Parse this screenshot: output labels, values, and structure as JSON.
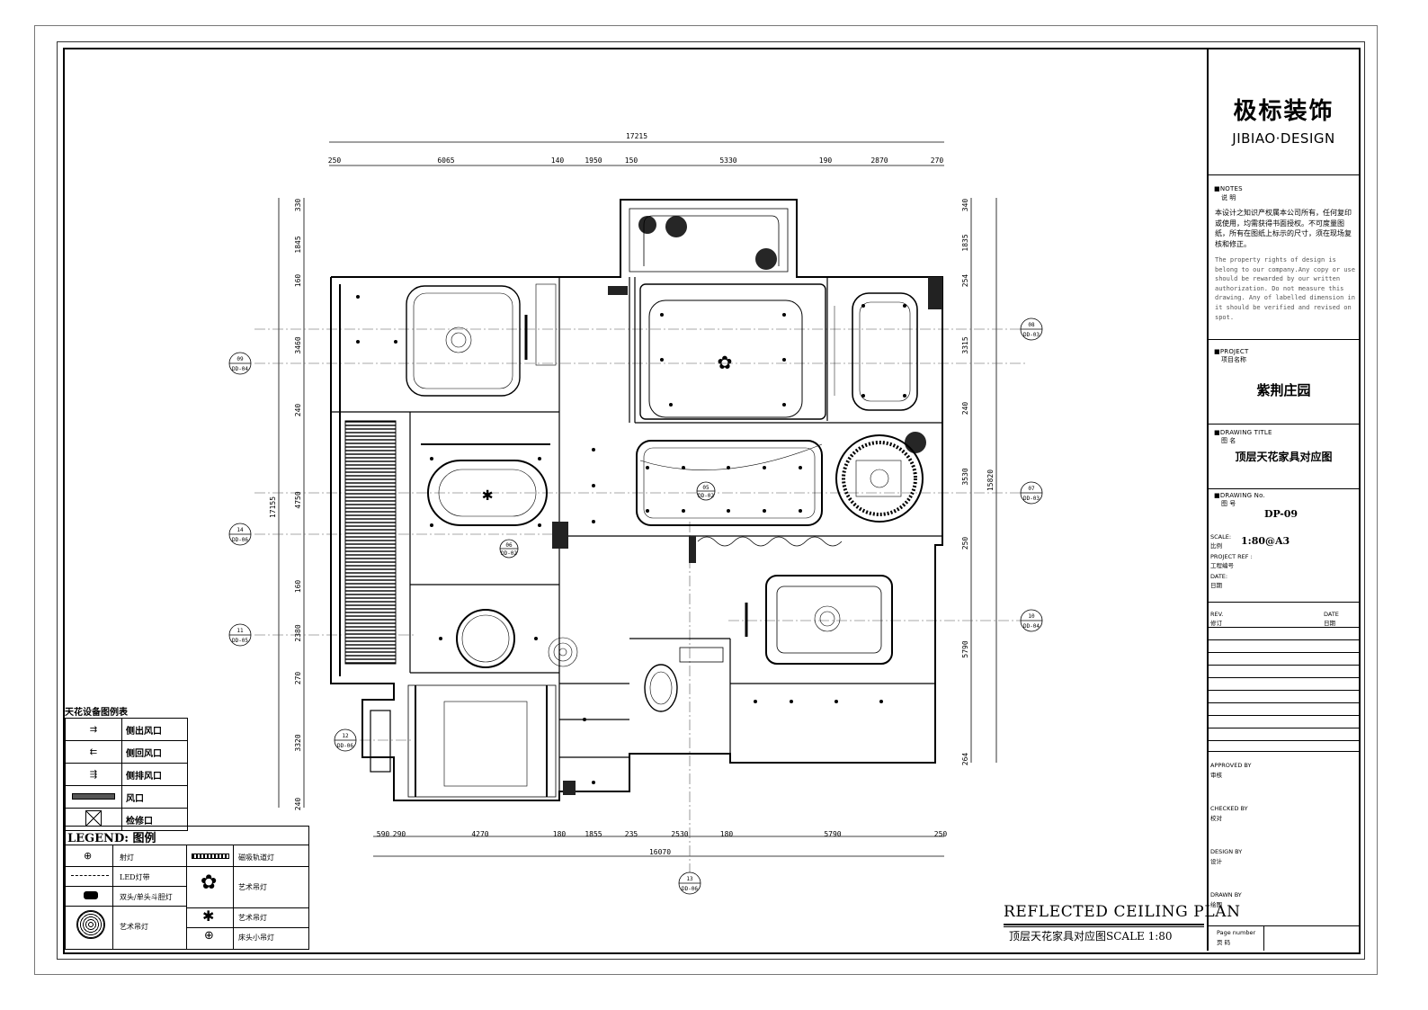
{
  "title_block": {
    "company_cn": "极标装饰",
    "company_en": "JIBIAO·DESIGN",
    "notes_label_en": "NOTES",
    "notes_label_cn": "说 明",
    "notes_cn": "本设计之知识产权属本公司所有，任何复印或使用，均需获得书面授权。不可度量图纸，所有在图纸上标示的尺寸，须在现场复核和修正。",
    "notes_en": "The property rights of design is belong to our company.Any copy or use should be rewarded by our written authorization. Do not measure this drawing. Any of labelled dimension in it should be verified and revised on spot.",
    "project_label_en": "PROJECT",
    "project_label_cn": "项目名称",
    "project_name": "紫荆庄园",
    "drawing_title_label_en": "DRAWING TITLE",
    "drawing_title_label_cn": "图 名",
    "drawing_title": "顶层天花家具对应图",
    "drawing_no_label_en": "DRAWING No.",
    "drawing_no_label_cn": "图 号",
    "drawing_no": "DP-09",
    "scale_label_en": "SCALE:",
    "scale_label_cn": "比例",
    "scale": "1:80@A3",
    "project_ref_label_en": "PROJECT REF :",
    "project_ref_label_cn": "工程编号",
    "date_label_en": "DATE:",
    "date_label_cn": "日期",
    "rev_label_en": "REV.",
    "rev_label_cn": "修订",
    "rev_date_label_en": "DATE",
    "rev_date_label_cn": "日期",
    "approved_en": "APPROVED BY",
    "approved_cn": "审核",
    "checked_en": "CHECKED BY",
    "checked_cn": "校对",
    "design_en": "DESIGN BY",
    "design_cn": "设计",
    "drawn_en": "DRAWN BY",
    "drawn_cn": "绘图",
    "page_en": "Page number",
    "page_cn": "页 码"
  },
  "plan_title": {
    "en": "REFLECTED CEILING PLAN",
    "cn": "顶层天花家具对应图SCALE 1:80"
  },
  "dimensions": {
    "top_total": "17215",
    "top_segments": [
      "250",
      "6065",
      "140",
      "1950",
      "150",
      "5330",
      "190",
      "2870",
      "270"
    ],
    "bottom_total": "16070",
    "bottom_segments": [
      "590",
      "290",
      "4270",
      "180",
      "1855",
      "235",
      "2530",
      "180",
      "5790",
      "250"
    ],
    "left_total": "17155",
    "left_segments": [
      "330",
      "1845",
      "160",
      "3460",
      "240",
      "4750",
      "160",
      "2380",
      "270",
      "3320",
      "240"
    ],
    "right_total": "15820",
    "right_segments": [
      "340",
      "1835",
      "254",
      "3315",
      "240",
      "3530",
      "250",
      "5790",
      "264"
    ]
  },
  "section_markers": [
    {
      "num": "09",
      "ref": "DD-04"
    },
    {
      "num": "14",
      "ref": "DD-06"
    },
    {
      "num": "11",
      "ref": "DD-05"
    },
    {
      "num": "12",
      "ref": "DD-06"
    },
    {
      "num": "08",
      "ref": "DD-03"
    },
    {
      "num": "07",
      "ref": "DD-03"
    },
    {
      "num": "10",
      "ref": "DD-04"
    },
    {
      "num": "13",
      "ref": "DD-06"
    },
    {
      "num": "05",
      "ref": "DD-02"
    },
    {
      "num": "06",
      "ref": "DD-02"
    }
  ],
  "equipment_legend": {
    "title": "天花设备图例表",
    "items": [
      "侧出风口",
      "侧回风口",
      "侧排风口",
      "风口",
      "检修口"
    ]
  },
  "lighting_legend": {
    "title": "LEGEND: 图例",
    "left_items": [
      "射灯",
      "LED灯带",
      "双头/单头斗胆灯",
      "艺术吊灯"
    ],
    "right_items": [
      "磁吸轨道灯",
      "艺术吊灯",
      "艺术吊灯",
      "床头小吊灯"
    ]
  }
}
